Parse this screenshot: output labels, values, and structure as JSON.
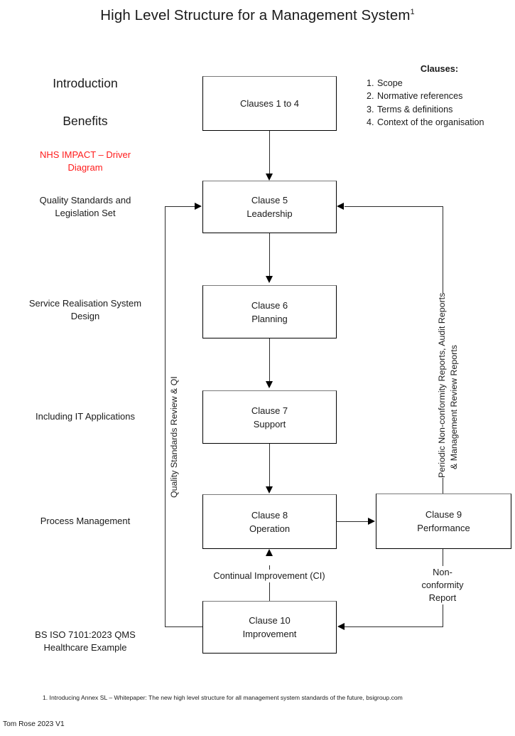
{
  "title": {
    "text": "High Level Structure for a Management System",
    "superscript": "1"
  },
  "clauses_legend": {
    "heading": "Clauses:",
    "items": [
      {
        "num": "1.",
        "label": "Scope"
      },
      {
        "num": "2.",
        "label": "Normative references"
      },
      {
        "num": "3.",
        "label": "Terms & definitions"
      },
      {
        "num": "4.",
        "label": "Context of the organisation"
      }
    ]
  },
  "side_labels": [
    {
      "text": "Introduction"
    },
    {
      "text": "Benefits"
    },
    {
      "text": "NHS IMPACT – Driver Diagram",
      "color": "#ff1b1b"
    },
    {
      "text": "Quality Standards and Legislation Set"
    },
    {
      "text": "Service Realisation System Design"
    },
    {
      "text": "Including IT Applications"
    },
    {
      "text": "Process Management"
    },
    {
      "text": "BS ISO 7101:2023 QMS Healthcare Example"
    }
  ],
  "nodes": [
    {
      "id": "clauses-1-to-4",
      "line1": "Clauses 1 to 4",
      "line2": ""
    },
    {
      "id": "clause-5",
      "line1": "Clause 5",
      "line2": "Leadership"
    },
    {
      "id": "clause-6",
      "line1": "Clause 6",
      "line2": "Planning"
    },
    {
      "id": "clause-7",
      "line1": "Clause 7",
      "line2": "Support"
    },
    {
      "id": "clause-8",
      "line1": "Clause 8",
      "line2": "Operation"
    },
    {
      "id": "clause-9",
      "line1": "Clause 9",
      "line2": "Performance"
    },
    {
      "id": "clause-10",
      "line1": "Clause 10",
      "line2": "Improvement"
    }
  ],
  "edge_labels": {
    "continual_improvement": "Continual Improvement (CI)",
    "non_conformity_report": "Non-conformity Report",
    "left_loop": "Quality Standards Review & QI",
    "right_loop_line1": "Periodic Non-conformity Reports, Audit Reports",
    "right_loop_line2": "& Management Review Reports"
  },
  "footer": {
    "footnote": "1. Introducing Annex SL – Whitepaper: The new high level structure for all management system standards of the future, bsigroup.com",
    "credit": "Tom Rose 2023 V1"
  }
}
